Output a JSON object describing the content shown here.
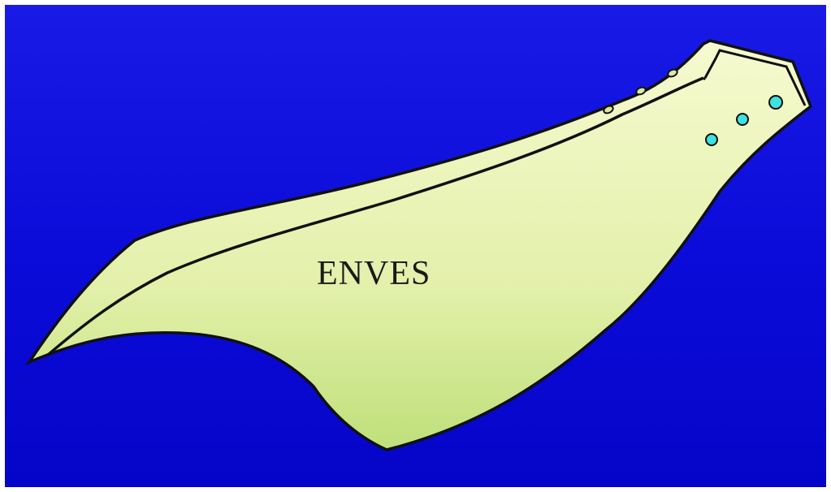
{
  "diagram": {
    "label": "ENVES",
    "colors": {
      "background": "#0a0ad6",
      "blade_fill_light": "#f4f8c8",
      "blade_fill_dark": "#c9e48a",
      "outline": "#111111",
      "label_text": "#1a1a1a",
      "holes_large": "#3fe0e0",
      "holes_small": "#d9e9a0"
    },
    "icons": {
      "holes_large": "cyan-circle",
      "holes_small": "oval-slot"
    }
  }
}
